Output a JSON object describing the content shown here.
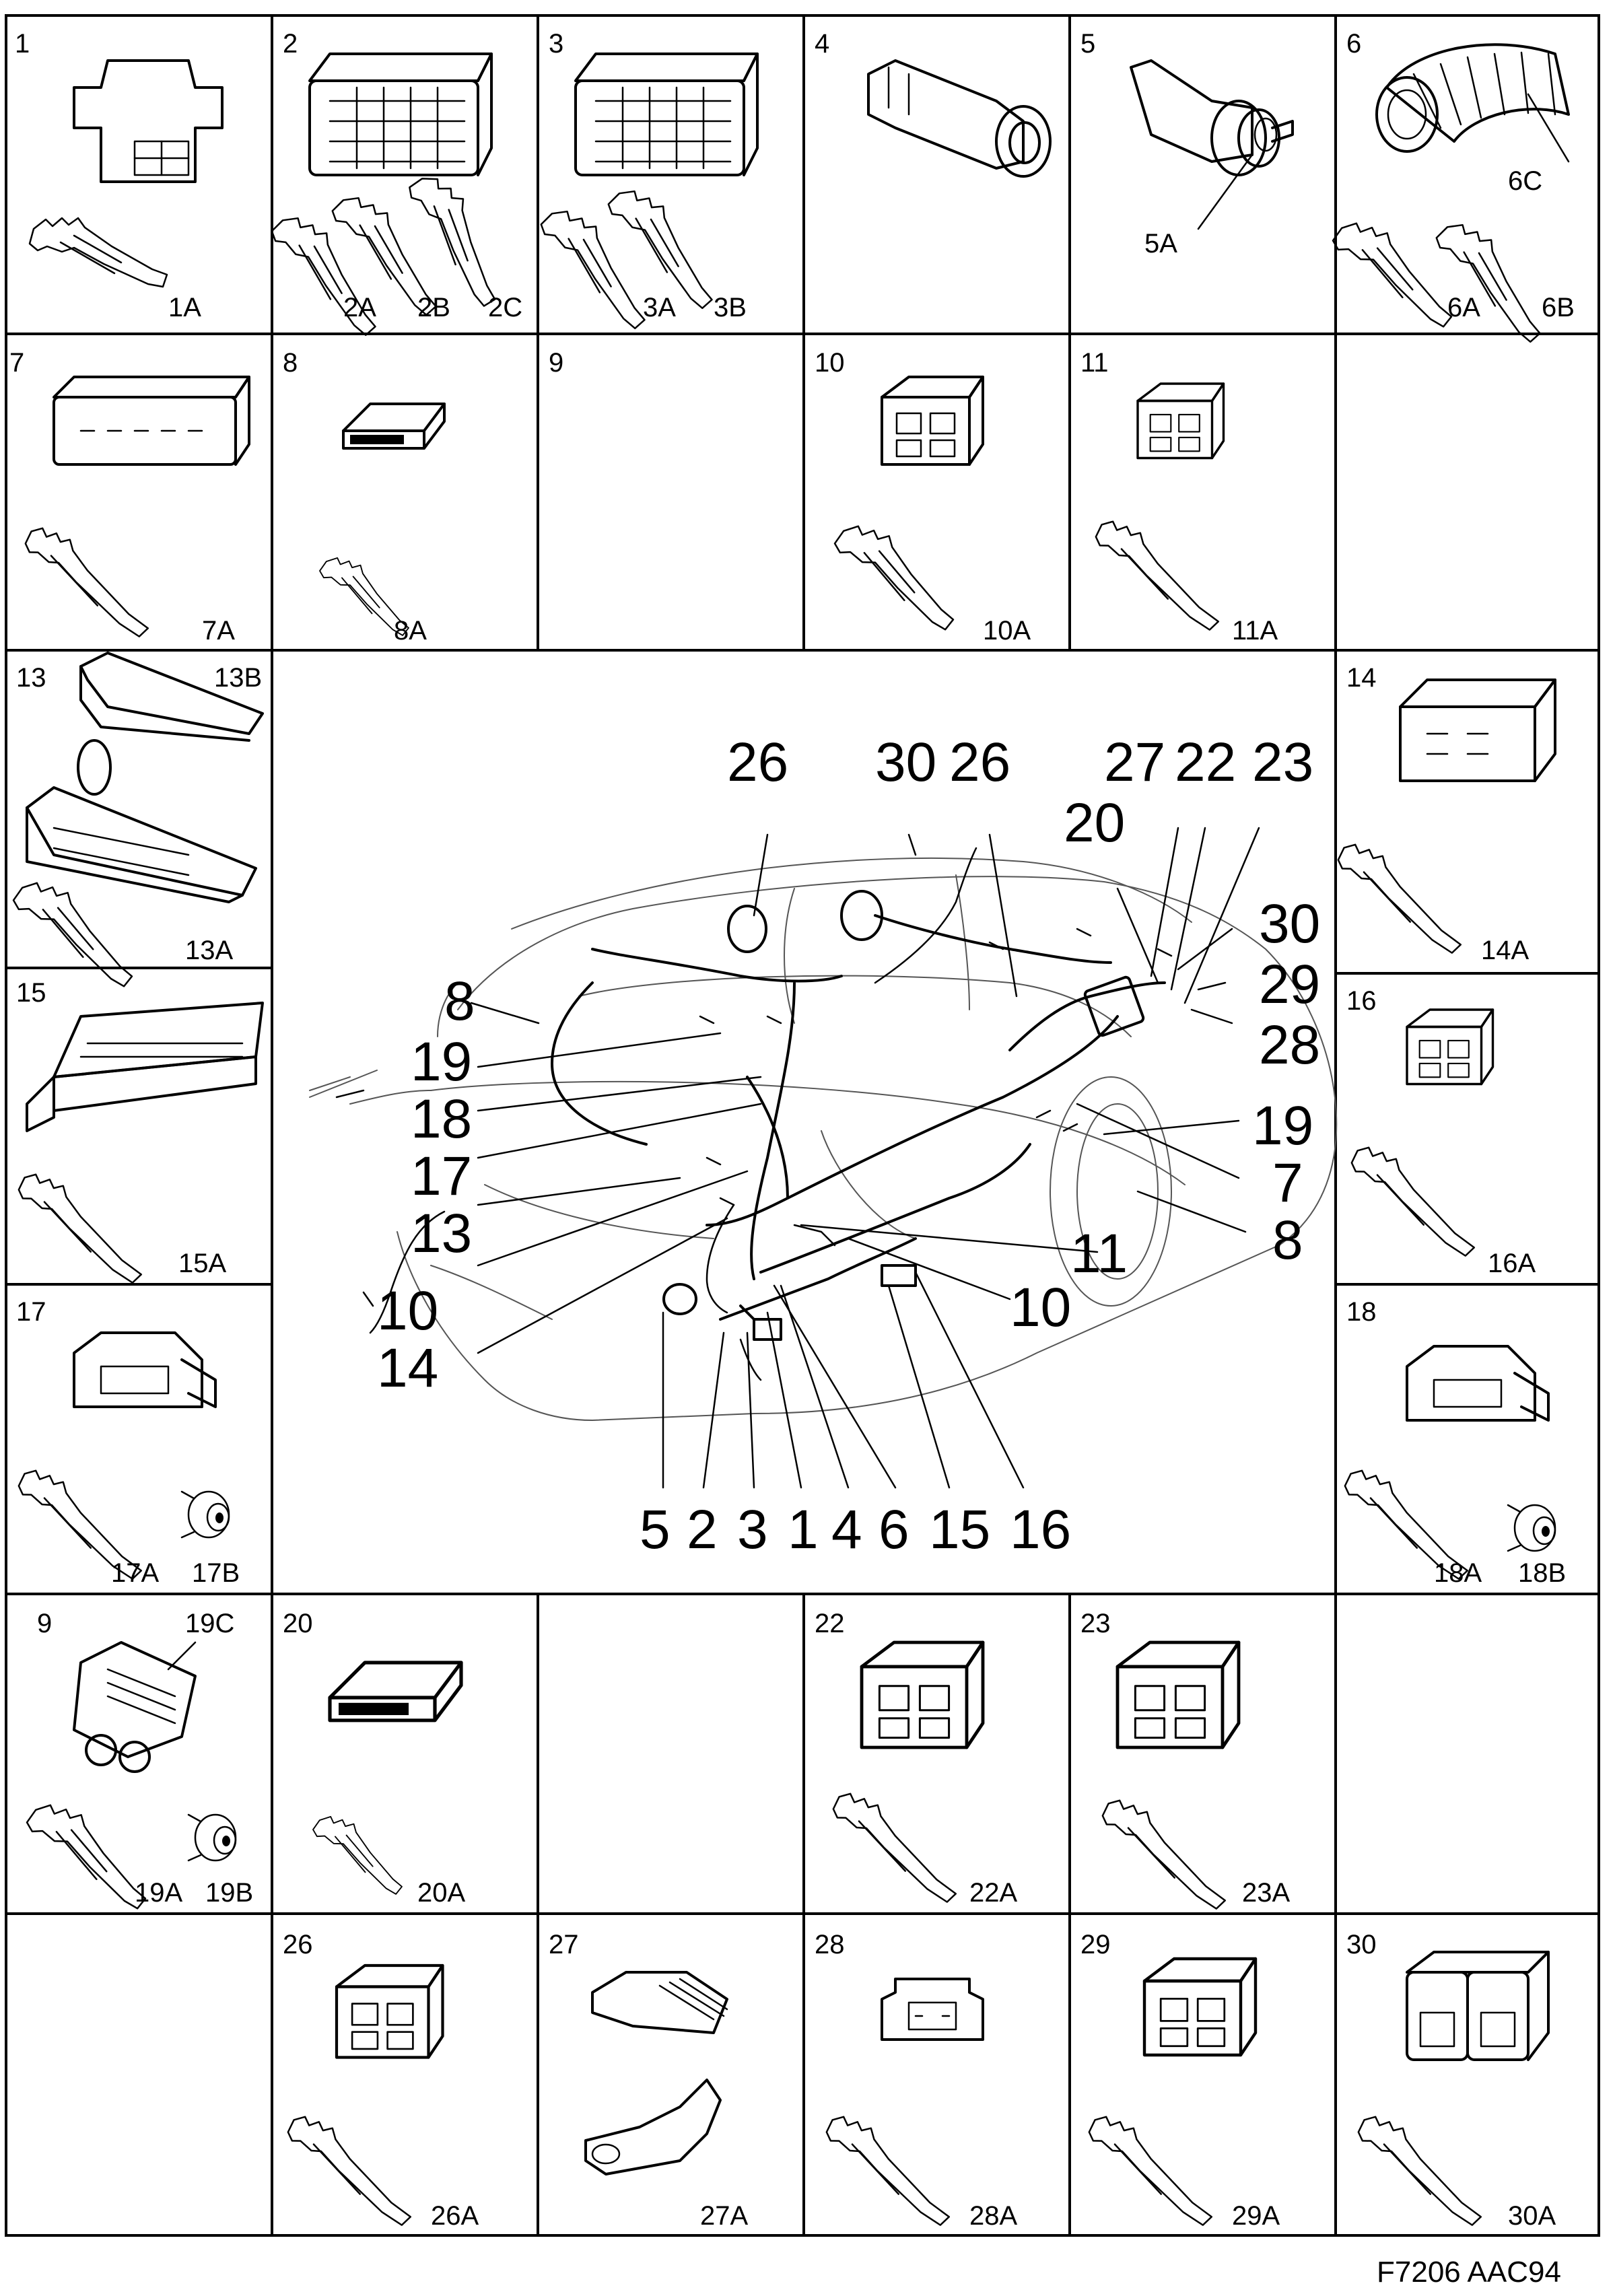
{
  "drawing_code": "F7206 AAC94",
  "cells": [
    {
      "id": "c1",
      "number": "1",
      "parts": [
        "1A"
      ]
    },
    {
      "id": "c2",
      "number": "2",
      "parts": [
        "2A",
        "2B",
        "2C"
      ]
    },
    {
      "id": "c3",
      "number": "3",
      "parts": [
        "3A",
        "3B"
      ]
    },
    {
      "id": "c4",
      "number": "4",
      "parts": []
    },
    {
      "id": "c5",
      "number": "5",
      "parts": [
        "5A"
      ]
    },
    {
      "id": "c6",
      "number": "6",
      "parts": [
        "6C",
        "6A",
        "6B"
      ]
    },
    {
      "id": "c7",
      "number": "7",
      "parts": [
        "7A"
      ]
    },
    {
      "id": "c8",
      "number": "8",
      "parts": [
        "8A"
      ]
    },
    {
      "id": "c9",
      "number": "9",
      "parts": []
    },
    {
      "id": "c10",
      "number": "10",
      "parts": [
        "10A"
      ]
    },
    {
      "id": "c11",
      "number": "11",
      "parts": [
        "11A"
      ]
    },
    {
      "id": "c13",
      "number": "13",
      "parts": [
        "13B",
        "13A"
      ]
    },
    {
      "id": "c14",
      "number": "14",
      "parts": [
        "14A"
      ]
    },
    {
      "id": "c15",
      "number": "15",
      "parts": [
        "15A"
      ]
    },
    {
      "id": "c16",
      "number": "16",
      "parts": [
        "16A"
      ]
    },
    {
      "id": "c17",
      "number": "17",
      "parts": [
        "17A",
        "17B"
      ]
    },
    {
      "id": "c18",
      "number": "18",
      "parts": [
        "18A",
        "18B"
      ]
    },
    {
      "id": "c19",
      "number": "9",
      "parts": [
        "19C",
        "19A",
        "19B"
      ]
    },
    {
      "id": "c20",
      "number": "20",
      "parts": [
        "20A"
      ]
    },
    {
      "id": "c22",
      "number": "22",
      "parts": [
        "22A"
      ]
    },
    {
      "id": "c23",
      "number": "23",
      "parts": [
        "23A"
      ]
    },
    {
      "id": "c26",
      "number": "26",
      "parts": [
        "26A"
      ]
    },
    {
      "id": "c27",
      "number": "27",
      "parts": [
        "27A"
      ]
    },
    {
      "id": "c28",
      "number": "28",
      "parts": [
        "28A"
      ]
    },
    {
      "id": "c29",
      "number": "29",
      "parts": [
        "29A"
      ]
    },
    {
      "id": "c30",
      "number": "30",
      "parts": [
        "30A"
      ]
    }
  ],
  "callouts": [
    "26",
    "30",
    "26",
    "27",
    "22",
    "23",
    "20",
    "30",
    "29",
    "28",
    "8",
    "19",
    "18",
    "17",
    "13",
    "10",
    "14",
    "19",
    "7",
    "8",
    "11",
    "10",
    "5",
    "2",
    "3",
    "1",
    "4",
    "6",
    "15",
    "16"
  ]
}
